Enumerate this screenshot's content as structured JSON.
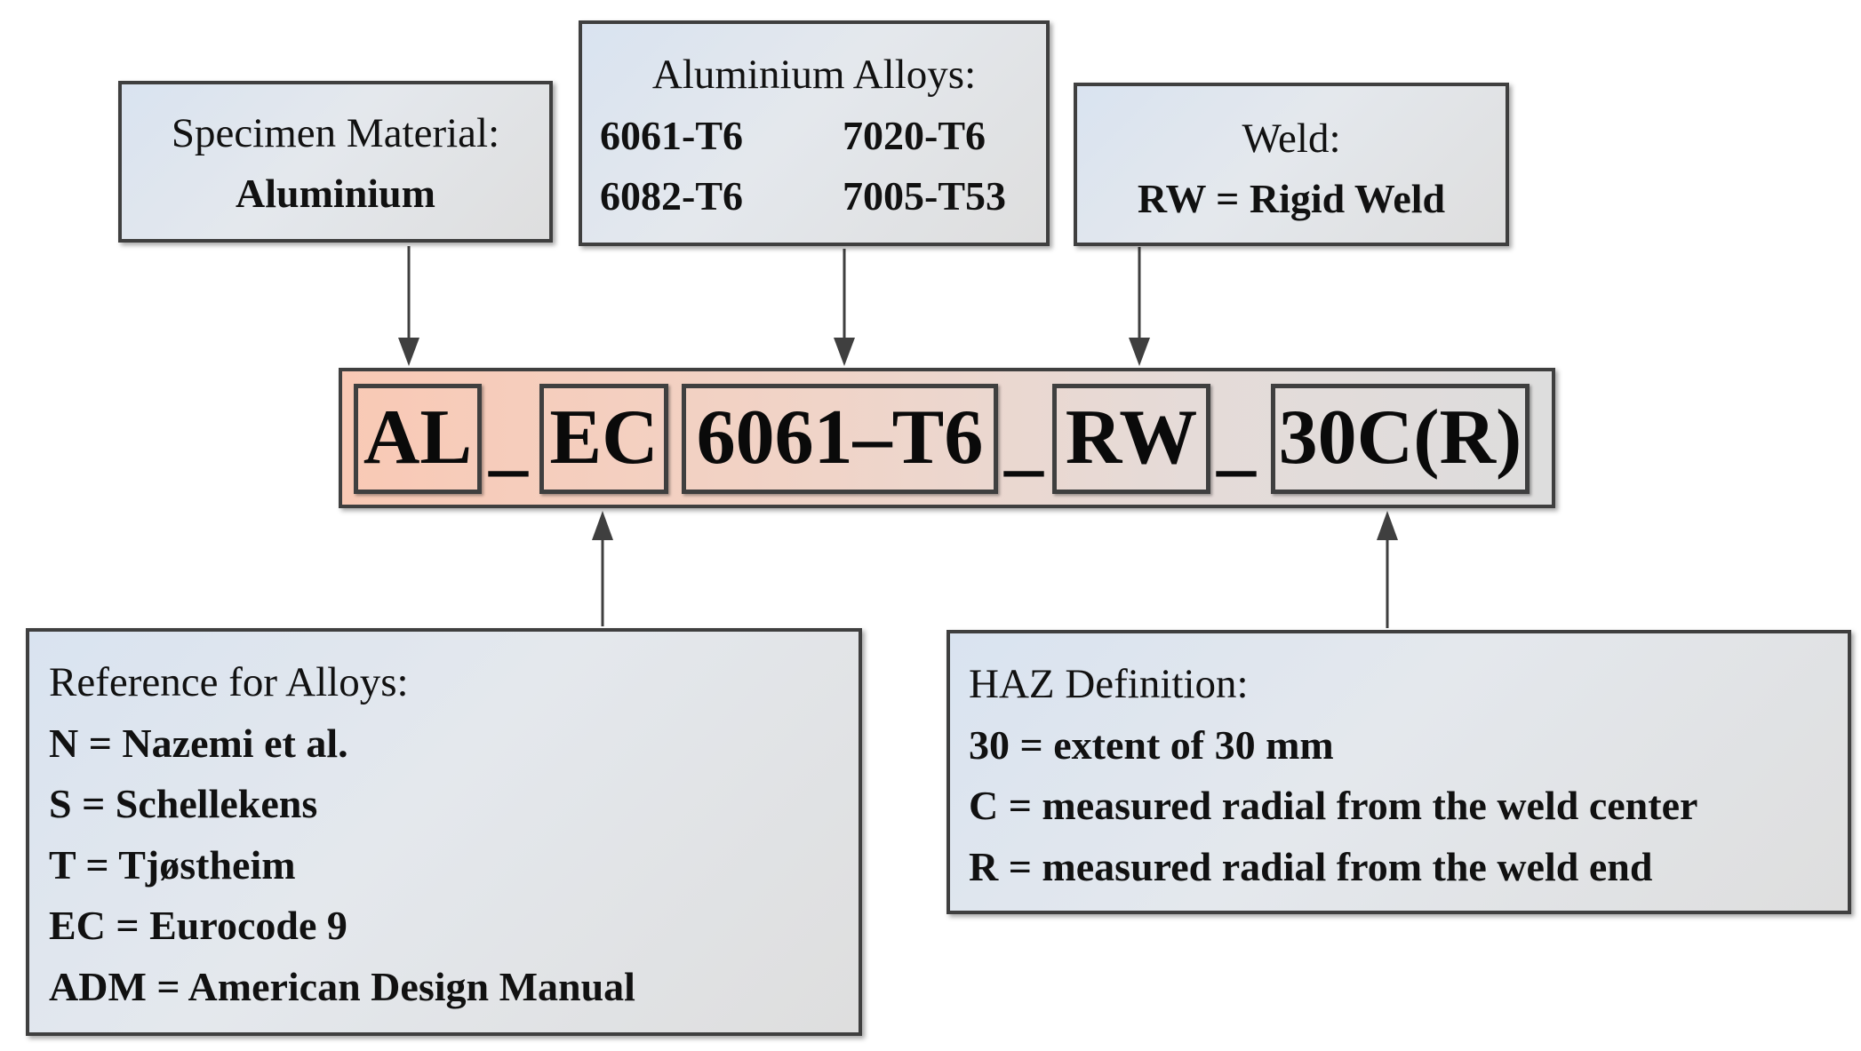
{
  "material": {
    "title": "Specimen Material:",
    "value": "Aluminium"
  },
  "alloys": {
    "title": "Aluminium Alloys:",
    "items": [
      "6061-T6",
      "7020-T6",
      "6082-T6",
      "7005-T53"
    ]
  },
  "weld": {
    "title": "Weld:",
    "value": "RW = Rigid Weld"
  },
  "code": {
    "segments": [
      "AL",
      "EC",
      "6061–T6",
      "RW",
      "30C(R)"
    ],
    "separator": "_"
  },
  "reference": {
    "title": "Reference for Alloys:",
    "items": [
      "N = Nazemi et al.",
      "S = Schellekens",
      "T = Tjøstheim",
      "EC = Eurocode 9",
      "ADM = American Design Manual"
    ]
  },
  "haz": {
    "title": "HAZ Definition:",
    "items": [
      "30 = extent of 30 mm",
      "C = measured radial from the weld center",
      "R = measured radial from the weld end"
    ]
  }
}
